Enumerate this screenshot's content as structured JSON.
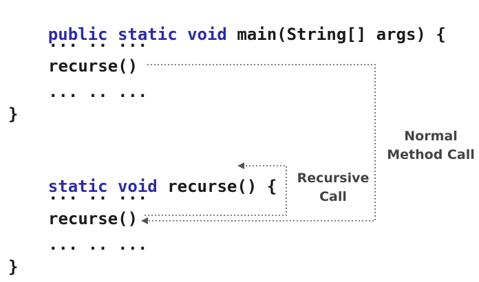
{
  "code": {
    "main_signature": {
      "kw": "public static void",
      "rest": " main(String[] args) {"
    },
    "main_dots_1": "... .. ...",
    "main_call": "recurse()",
    "main_dots_2": "... .. ...",
    "main_close": "}",
    "recurse_signature": {
      "kw": "static void",
      "rest": " recurse() {"
    },
    "recurse_dots_1": "... .. ...",
    "recurse_call": "recurse()",
    "recurse_dots_2": "... .. ...",
    "recurse_close": "}"
  },
  "labels": {
    "normal_call_line1": "Normal",
    "normal_call_line2": "Method Call",
    "recursive_call_line1": "Recursive",
    "recursive_call_line2": "Call"
  },
  "colors": {
    "keyword": "#2b2ba8",
    "code_text": "#1a1a1a",
    "label_text": "#444444",
    "arrow": "#555555"
  }
}
